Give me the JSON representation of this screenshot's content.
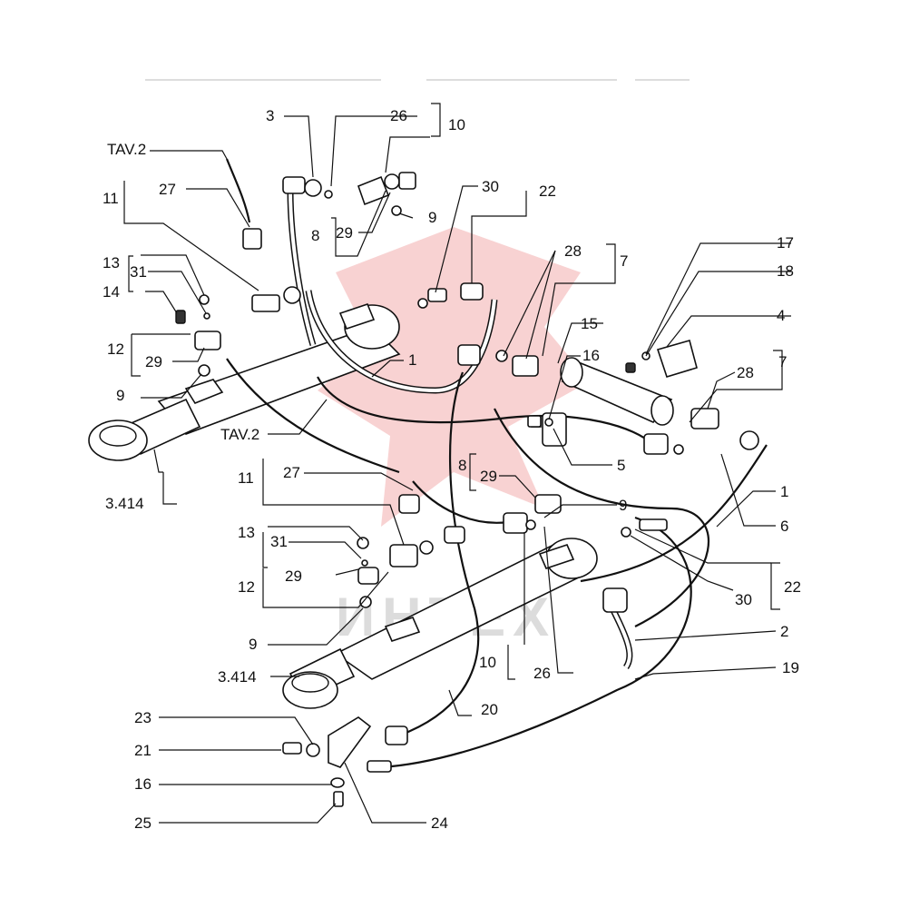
{
  "watermark": {
    "text": "ИНТЕХ"
  },
  "labels": {
    "l3": "3",
    "l26a": "26",
    "l10a": "10",
    "tav2a": "TAV.2",
    "l11a": "11",
    "l27a": "27",
    "l9a": "9",
    "l8a": "8",
    "l29a": "29",
    "l30a": "30",
    "l22a": "22",
    "l13a": "13",
    "l31a": "31",
    "l14": "14",
    "l12a": "12",
    "l29b": "29",
    "l9b": "9",
    "l1a": "1",
    "l28a": "28",
    "l7a": "7",
    "l17": "17",
    "l18": "18",
    "l4": "4",
    "l15": "15",
    "l16a": "16",
    "l7b": "7",
    "l28b": "28",
    "tav2b": "TAV.2",
    "l5": "5",
    "l3414a": "3.414",
    "l8b": "8",
    "l29c": "29",
    "l9c": "9",
    "l11b": "11",
    "l27b": "27",
    "l1b": "1",
    "l6": "6",
    "l13b": "13",
    "l31b": "31",
    "l29d": "29",
    "l12b": "12",
    "l30b": "30",
    "l22b": "22",
    "l9d": "9",
    "l2": "2",
    "l10b": "10",
    "l26b": "26",
    "l3414b": "3.414",
    "l19": "19",
    "l20": "20",
    "l23": "23",
    "l21": "21",
    "l16b": "16",
    "l25": "25",
    "l24": "24"
  }
}
